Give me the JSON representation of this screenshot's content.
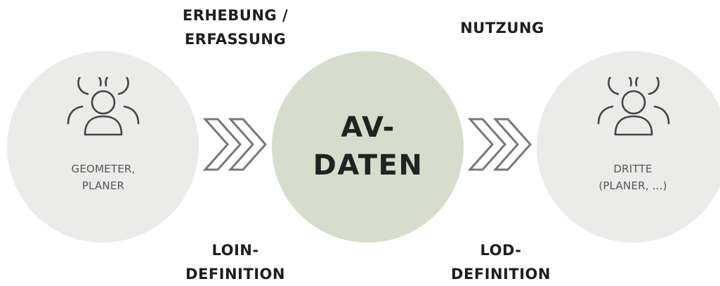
{
  "diagram": {
    "nodes": [
      {
        "id": "source",
        "label": "GEOMETER,\nPLANER",
        "icon": "people-group-icon"
      },
      {
        "id": "data",
        "label": "AV-\nDATEN"
      },
      {
        "id": "target",
        "label": "DRITTE\n(PLANER, ...)",
        "icon": "people-group-icon"
      }
    ],
    "steps": [
      {
        "id": "collection",
        "label": "ERHEBUNG /\nERFASSUNG"
      },
      {
        "id": "usage",
        "label": "NUTZUNG"
      },
      {
        "id": "loin",
        "label": "LOIN-\nDEFINITION"
      },
      {
        "id": "lod",
        "label": "LOD-\nDEFINITION"
      }
    ],
    "arrows": [
      {
        "from": "source",
        "to": "data",
        "icon": "double-chevron-right-icon"
      },
      {
        "from": "data",
        "to": "target",
        "icon": "double-chevron-right-icon"
      }
    ]
  },
  "colors": {
    "outer_circle": "#ebebea",
    "center_circle": "#d6ddcc",
    "icon_stroke": "#444444",
    "chevron_stroke": "#777777"
  }
}
